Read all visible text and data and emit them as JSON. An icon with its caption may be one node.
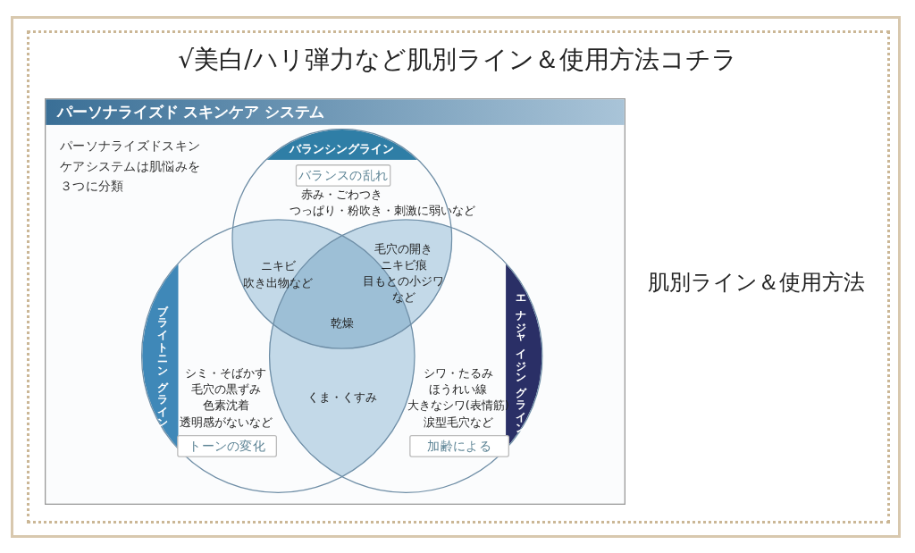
{
  "diagram": {
    "title": "√美白/ハリ弾力など肌別ライン＆使用方法コチラ",
    "nodes": [
      {
        "text": [
          "パーソナライズド スキンケア システム",
          "パーソナライズドスキンケアシステムは肌悩みを３つに分類"
        ]
      },
      {
        "text": [
          "バランシングライン",
          "バランスの乱れ",
          "赤み・ごわつき",
          "つっぱり・粉吹き・刺激に弱いなど"
        ],
        "in": 0
      },
      {
        "text": [
          "ブライトニングライン",
          "シミ・そばかす",
          "毛穴の黒ずみ",
          "色素沈着",
          "透明感がないなど",
          "トーンの変化"
        ],
        "in": 0
      },
      {
        "text": [
          "エナジャイジングライン",
          "シワ・たるみ",
          "ほうれい線",
          "大きなシワ(表情筋)",
          "涙型毛穴など",
          "加齢による"
        ],
        "in": 0
      }
    ],
    "labels": [
      "ニキビ",
      "吹き出物など",
      "毛穴の開き",
      "ニキビ痕",
      "目もとの小ジワ",
      "など",
      "乾燥",
      "くま・くすみ",
      "肌別ライン＆使用方法"
    ]
  }
}
